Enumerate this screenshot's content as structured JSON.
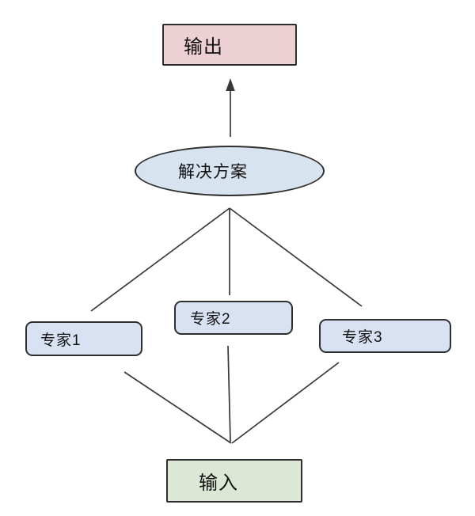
{
  "diagram": {
    "type": "flowchart",
    "nodes": {
      "output": {
        "label": "输出",
        "shape": "rectangle"
      },
      "solution": {
        "label": "解决方案",
        "shape": "ellipse"
      },
      "expert1": {
        "label": "专家1",
        "shape": "rounded-rectangle"
      },
      "expert2": {
        "label": "专家2",
        "shape": "rounded-rectangle"
      },
      "expert3": {
        "label": "专家3",
        "shape": "rounded-rectangle"
      },
      "input": {
        "label": "输入",
        "shape": "rectangle"
      }
    },
    "edges": [
      {
        "from": "input",
        "to": "expert1",
        "arrow": false
      },
      {
        "from": "input",
        "to": "expert2",
        "arrow": false
      },
      {
        "from": "input",
        "to": "expert3",
        "arrow": false
      },
      {
        "from": "expert1",
        "to": "solution",
        "arrow": false
      },
      {
        "from": "expert2",
        "to": "solution",
        "arrow": false
      },
      {
        "from": "expert3",
        "to": "solution",
        "arrow": false
      },
      {
        "from": "solution",
        "to": "output",
        "arrow": true
      }
    ],
    "colors": {
      "output_fill": "#ecd0d3",
      "solution_fill": "#d8e3f0",
      "expert_fill": "#d9e2f2",
      "input_fill": "#dce8d5",
      "node_border": "#2f2f2f",
      "line": "#383838",
      "text": "#111111",
      "background": "#ffffff"
    }
  }
}
